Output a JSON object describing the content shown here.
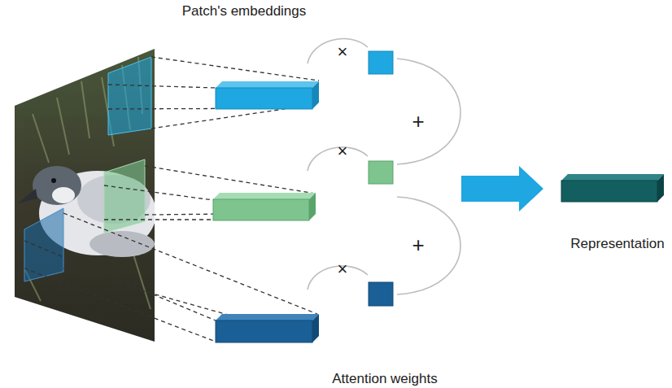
{
  "diagram": {
    "nodes": [
      {
        "text": [
          "Representation"
        ]
      }
    ],
    "labels": [
      "Patch's embeddings",
      "×",
      "+",
      "×",
      "+",
      "×",
      "Attention weights"
    ]
  }
}
